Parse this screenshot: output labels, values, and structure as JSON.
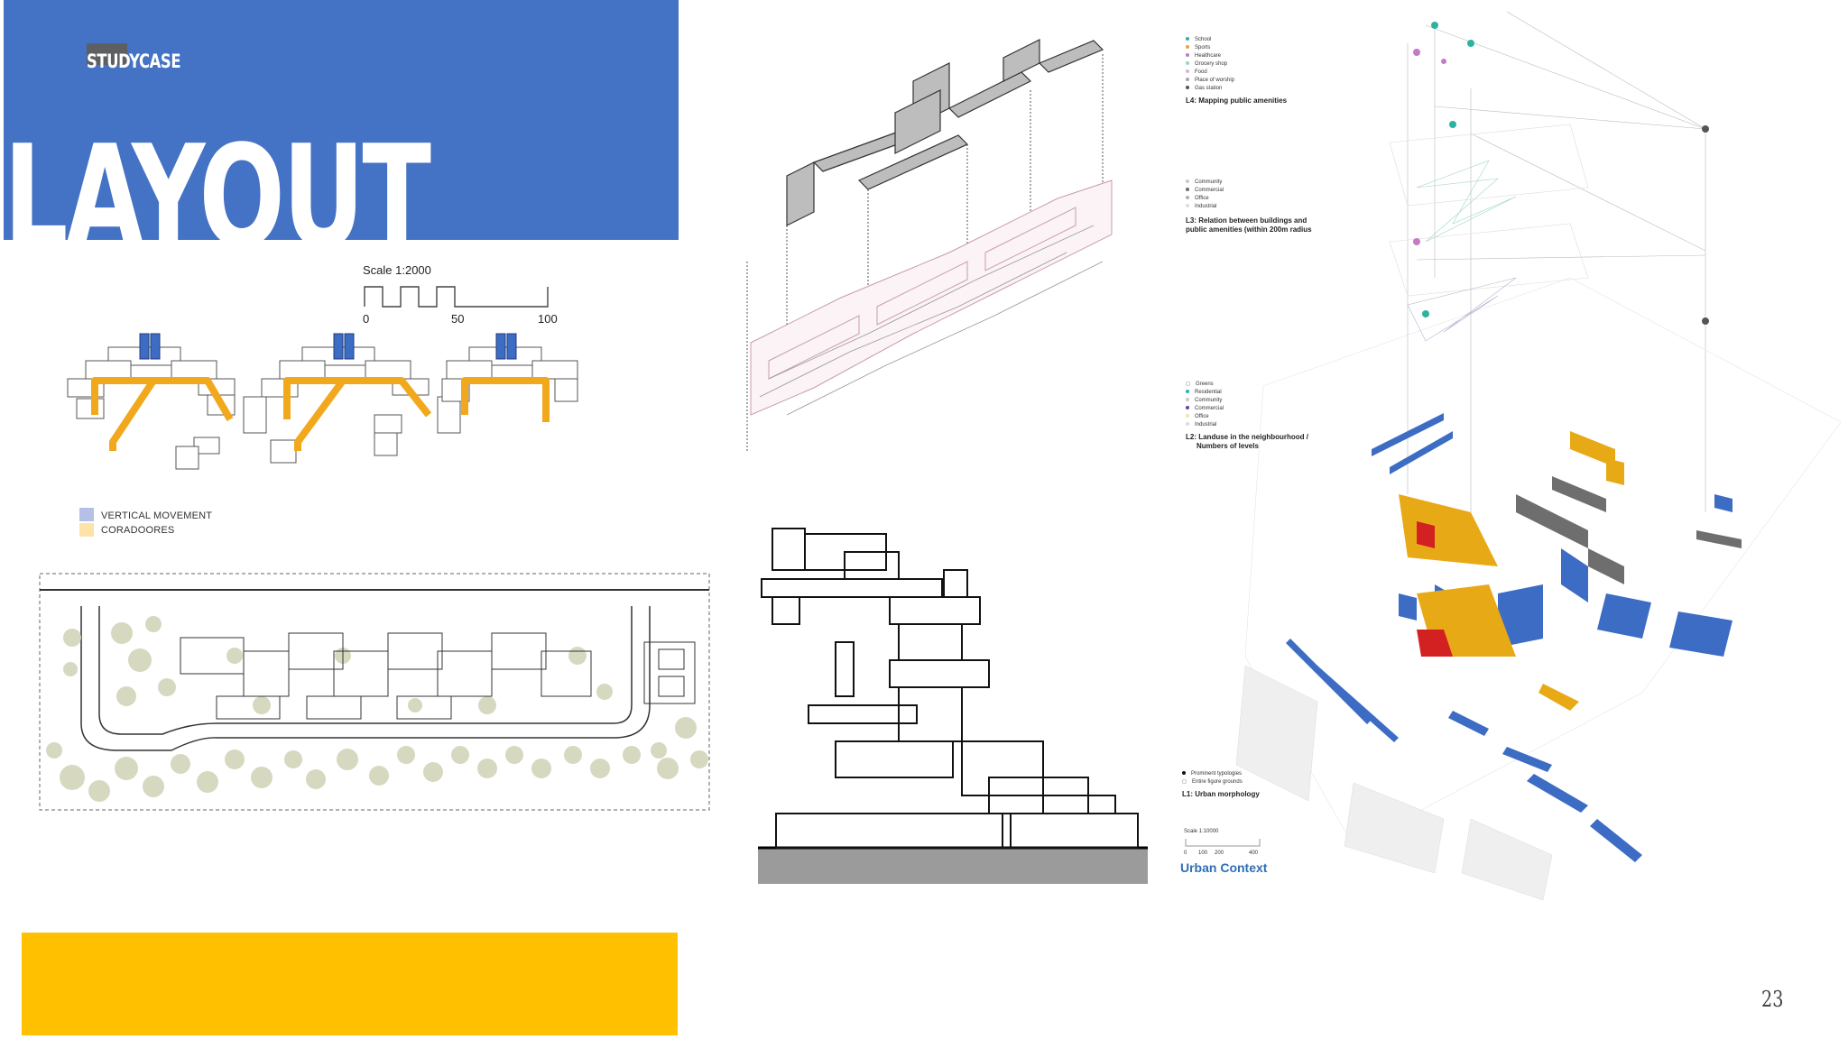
{
  "header": {
    "tag": "STUDYCASE",
    "title": "LAYOUT"
  },
  "plan": {
    "scale_label": "Scale 1:2000",
    "scale_ticks": [
      "0",
      "50",
      "100"
    ],
    "legend": [
      {
        "label": "VERTICAL MOVEMENT",
        "color": "#b4c0e6"
      },
      {
        "label": "CORADOORES",
        "color": "#fde3a7"
      }
    ]
  },
  "urban_context": {
    "l4": {
      "items": [
        {
          "label": "School",
          "color": "#2bb3a0"
        },
        {
          "label": "Sports",
          "color": "#e8a33c"
        },
        {
          "label": "Healthcare",
          "color": "#c27bc4"
        },
        {
          "label": "Grocery shop",
          "color": "#9bd3c8"
        },
        {
          "label": "Food",
          "color": "#d8b4d8"
        },
        {
          "label": "Place of worship",
          "color": "#a6a6a6"
        },
        {
          "label": "Gas station",
          "color": "#555555"
        }
      ],
      "title": "L4: Mapping public amenities"
    },
    "l3": {
      "items": [
        {
          "label": "Community",
          "color": "#c9c9c9"
        },
        {
          "label": "Commercial",
          "color": "#6c6c6c"
        },
        {
          "label": "Office",
          "color": "#b0b0b0"
        },
        {
          "label": "Industrial",
          "color": "#dcdcdc"
        }
      ],
      "title_line1": "L3: Relation between buildings and",
      "title_line2": "public amenities (within 200m radius"
    },
    "l2": {
      "items": [
        {
          "label": "Greens",
          "color": "#ffffff"
        },
        {
          "label": "Residential",
          "color": "#2bb3a0"
        },
        {
          "label": "Community",
          "color": "#c9c9c9"
        },
        {
          "label": "Commercial",
          "color": "#6c3fa0"
        },
        {
          "label": "Office",
          "color": "#f1e6a6"
        },
        {
          "label": "Industrial",
          "color": "#dcdcdc"
        }
      ],
      "title_line1": "L2: Landuse in the neighbourhood /",
      "title_line2": "Numbers of levels"
    },
    "l1": {
      "items": [
        {
          "label": "Prominent typologies",
          "color": "#111111"
        },
        {
          "label": "Entire figure grounds",
          "color": "#ffffff"
        }
      ],
      "title": "L1: Urban morphology"
    },
    "scale_label": "Scale 1:10000",
    "scale_ticks": [
      "0",
      "100",
      "200",
      "400"
    ],
    "title": "Urban Context"
  },
  "page_number": "23"
}
